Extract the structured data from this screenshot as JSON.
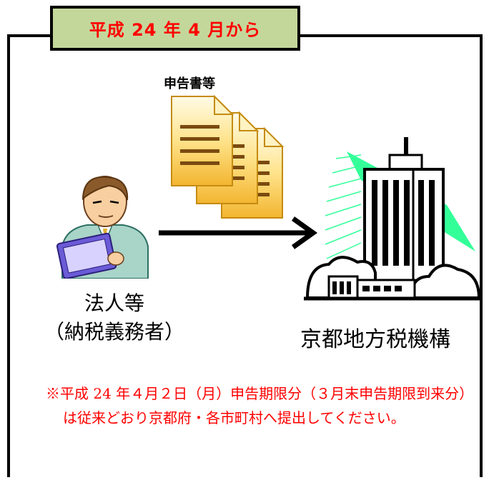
{
  "title": "平成 24 年 4 月から",
  "documents_label": "申告書等",
  "person": {
    "name": "法人等",
    "role": "（納税義務者）"
  },
  "organization": "京都地方税機構",
  "note": "※平成 24 年４月２日（月）申告期限分（３月末申告期限到来分）は従来どおり京都府・各市町村へ提出してください。",
  "colors": {
    "title_bg": "#c4d79b",
    "title_text": "#ff0000",
    "note_text": "#ff0000",
    "building_accent": "#33ff99"
  }
}
